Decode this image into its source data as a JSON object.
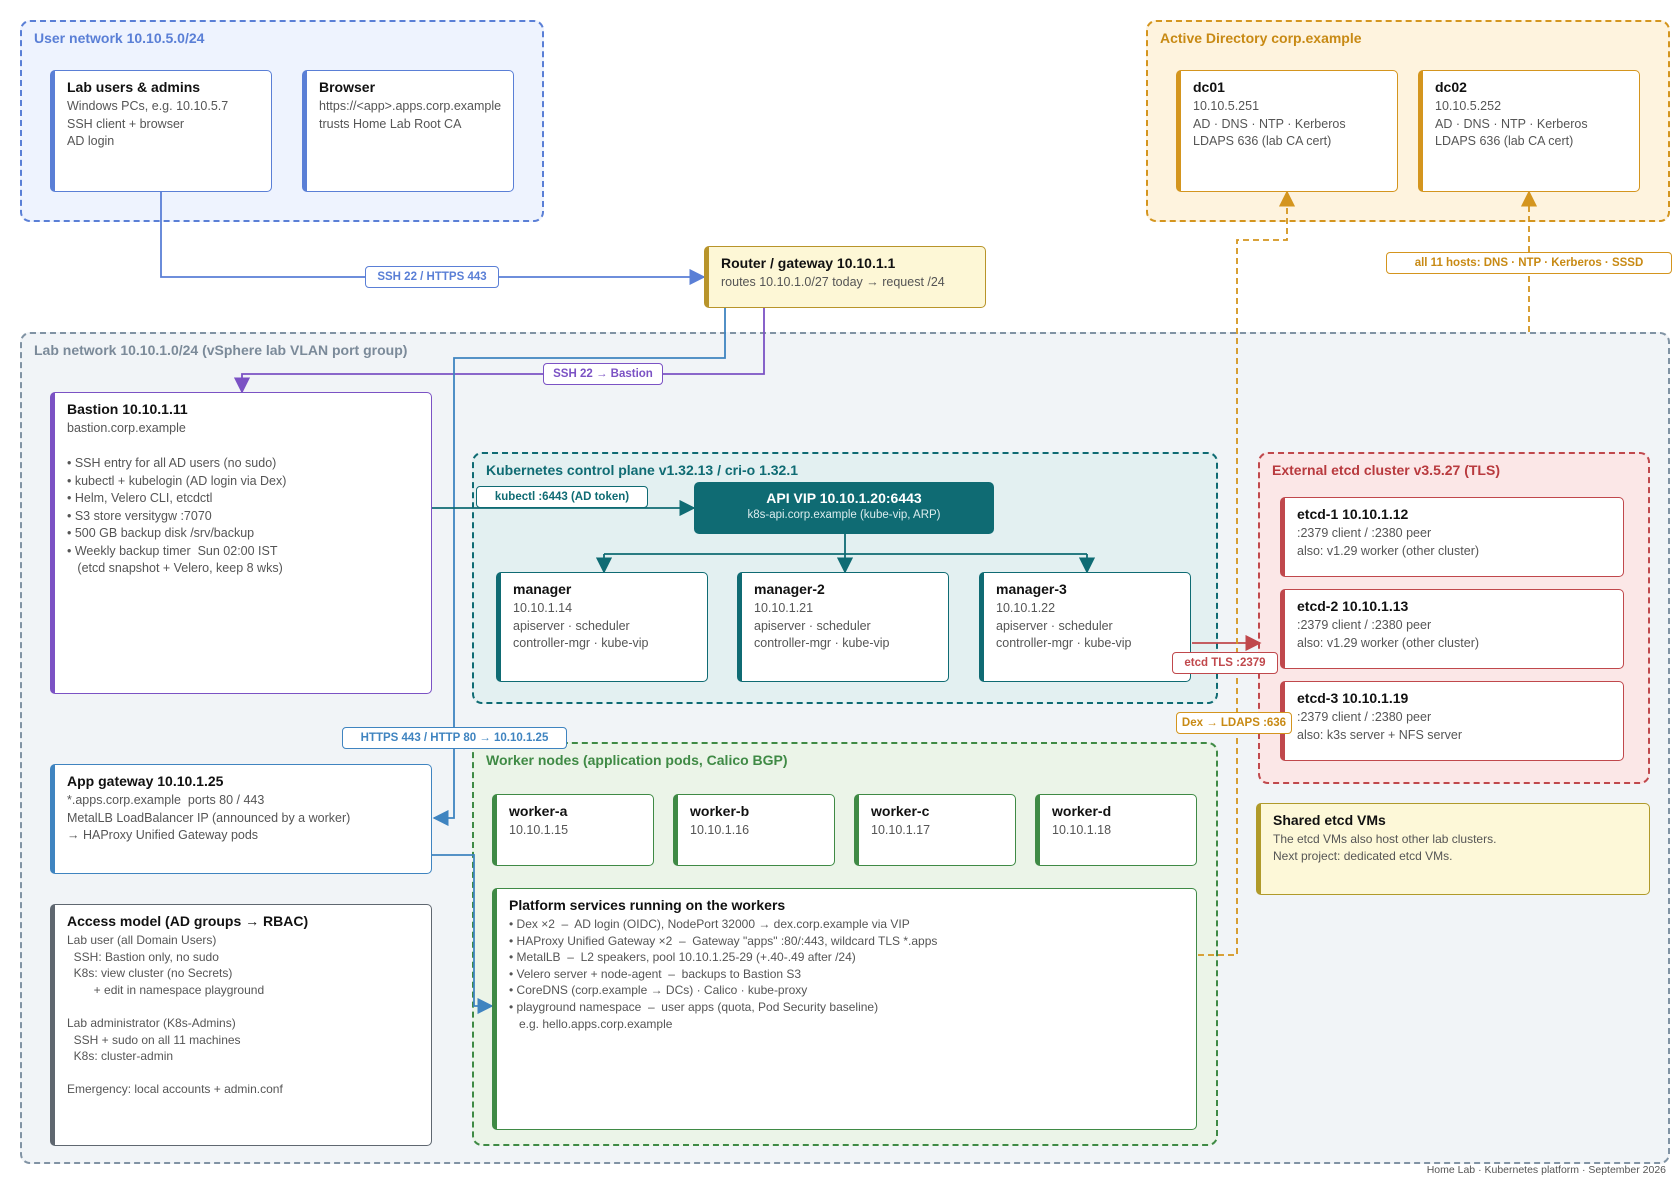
{
  "groups": {
    "user_network": "User network 10.10.5.0/24",
    "active_directory": "Active Directory corp.example",
    "lab_network": "Lab network 10.10.1.0/24 (vSphere lab VLAN port group)",
    "control_plane": "Kubernetes control plane v1.32.13 / cri-o 1.32.1",
    "etcd_cluster": "External etcd cluster v3.5.27 (TLS)",
    "workers": "Worker nodes (application pods, Calico BGP)"
  },
  "nodes": {
    "lab_users": {
      "title": "Lab users & admins",
      "lines": [
        "Windows PCs, e.g. 10.10.5.7",
        "SSH client + browser",
        "AD login"
      ]
    },
    "browser": {
      "title": "Browser",
      "lines": [
        "https://<app>.apps.corp.example",
        "trusts Home Lab Root CA"
      ]
    },
    "dc01": {
      "title": "dc01",
      "lines": [
        "10.10.5.251",
        "AD · DNS · NTP · Kerberos",
        "LDAPS 636 (lab CA cert)"
      ]
    },
    "dc02": {
      "title": "dc02",
      "lines": [
        "10.10.5.252",
        "AD · DNS · NTP · Kerberos",
        "LDAPS 636 (lab CA cert)"
      ]
    },
    "router": {
      "title": "Router / gateway 10.10.1.1",
      "lines": [
        "routes 10.10.1.0/27 today → request /24"
      ]
    },
    "bastion": {
      "title": "Bastion 10.10.1.11",
      "lines": [
        "bastion.corp.example",
        "",
        "• SSH entry for all AD users (no sudo)",
        "• kubectl + kubelogin (AD login via Dex)",
        "• Helm, Velero CLI, etcdctl",
        "• S3 store versitygw :7070",
        "• 500 GB backup disk /srv/backup",
        "• Weekly backup timer  Sun 02:00 IST",
        "   (etcd snapshot + Velero, keep 8 wks)"
      ]
    },
    "api_vip": {
      "title": "API VIP 10.10.1.20:6443",
      "subtitle": "k8s-api.corp.example (kube-vip, ARP)"
    },
    "manager": {
      "title": "manager",
      "lines": [
        "10.10.1.14",
        "apiserver · scheduler",
        "controller-mgr · kube-vip"
      ]
    },
    "manager2": {
      "title": "manager-2",
      "lines": [
        "10.10.1.21",
        "apiserver · scheduler",
        "controller-mgr · kube-vip"
      ]
    },
    "manager3": {
      "title": "manager-3",
      "lines": [
        "10.10.1.22",
        "apiserver · scheduler",
        "controller-mgr · kube-vip"
      ]
    },
    "etcd1": {
      "title": "etcd-1 10.10.1.12",
      "lines": [
        ":2379 client / :2380 peer",
        "also: v1.29 worker (other cluster)"
      ]
    },
    "etcd2": {
      "title": "etcd-2 10.10.1.13",
      "lines": [
        ":2379 client / :2380 peer",
        "also: v1.29 worker (other cluster)"
      ]
    },
    "etcd3": {
      "title": "etcd-3 10.10.1.19",
      "lines": [
        ":2379 client / :2380 peer",
        "also: k3s server + NFS server"
      ]
    },
    "shared_etcd": {
      "title": "Shared etcd VMs",
      "lines": [
        "The etcd VMs also host other lab clusters.",
        "Next project: dedicated etcd VMs."
      ]
    },
    "app_gateway": {
      "title": "App gateway 10.10.1.25",
      "lines": [
        "*.apps.corp.example  ports 80 / 443",
        "MetalLB LoadBalancer IP (announced by a worker)",
        "→ HAProxy Unified Gateway pods"
      ]
    },
    "worker_a": {
      "title": "worker-a",
      "lines": [
        "10.10.1.15"
      ]
    },
    "worker_b": {
      "title": "worker-b",
      "lines": [
        "10.10.1.16"
      ]
    },
    "worker_c": {
      "title": "worker-c",
      "lines": [
        "10.10.1.17"
      ]
    },
    "worker_d": {
      "title": "worker-d",
      "lines": [
        "10.10.1.18"
      ]
    },
    "platform": {
      "title": "Platform services running on the workers",
      "lines": [
        "• Dex ×2  –  AD login (OIDC), NodePort 32000 → dex.corp.example via VIP",
        "• HAProxy Unified Gateway ×2  –  Gateway \"apps\" :80/:443, wildcard TLS *.apps",
        "• MetalLB  –  L2 speakers, pool 10.10.1.25-29 (+.40-.49 after /24)",
        "• Velero server + node-agent  –  backups to Bastion S3",
        "• CoreDNS (corp.example → DCs) · Calico · kube-proxy",
        "• playground namespace  –  user apps (quota, Pod Security baseline)",
        "   e.g. hello.apps.corp.example"
      ]
    },
    "access": {
      "title": "Access model (AD groups → RBAC)",
      "lines": [
        "Lab user (all Domain Users)",
        "  SSH: Bastion only, no sudo",
        "  K8s: view cluster (no Secrets)",
        "        + edit in namespace playground",
        "",
        "Lab administrator (K8s-Admins)",
        "  SSH + sudo on all 11 machines",
        "  K8s: cluster-admin",
        "",
        "Emergency: local accounts + admin.conf"
      ]
    }
  },
  "tags": {
    "ssh_https": "SSH 22 / HTTPS 443",
    "ssh_bastion": "SSH 22 → Bastion",
    "all_hosts": "all 11 hosts: DNS · NTP · Kerberos · SSSD",
    "kubectl": "kubectl :6443 (AD token)",
    "https_http": "HTTPS 443 / HTTP 80 → 10.10.1.25",
    "etcd_tls": "etcd TLS :2379",
    "dex_ldaps": "Dex → LDAPS :636"
  },
  "footer": "Home Lab · Kubernetes platform · September 2026",
  "colors": {
    "blue": "#5a7fd6",
    "orange": "#d4951e",
    "slate": "#8193a4",
    "purple": "#7b52c4",
    "teal": "#0f6b73",
    "red": "#c0484c",
    "green": "#3f8a45",
    "router": "#b8942a",
    "appgw": "#3f84c0",
    "access": "#5f6770",
    "note": "#b09a2a"
  }
}
